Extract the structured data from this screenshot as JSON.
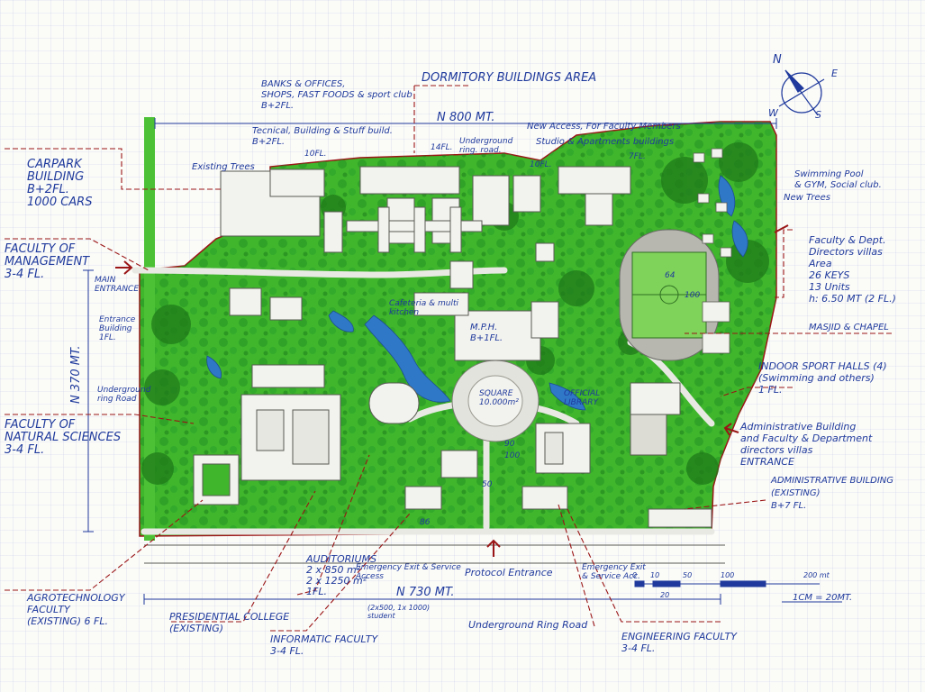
{
  "labels": {
    "dormitory": "DORMITORY BUILDINGS AREA",
    "banks": "BANKS & OFFICES,\nSHOPS, FAST FOODS & sport club\nB+2FL.",
    "width_top": "N 800 MT.",
    "technical": "Tecnical, Building & Stuff build.\nB+2FL.",
    "new_access": "New Access, For Faculty Members",
    "studio": "Studio & Apartments buildings",
    "underground_ring_top": "Underground\nring. road.",
    "carpark": "CARPARK\nBUILDING\nB+2FL.\n1000 CARS",
    "existing_trees": "Existing Trees",
    "faculty_management": "FACULTY OF\nMANAGEMENT\n3-4 FL.",
    "main_entrance": "MAIN\nENTRANCE",
    "entrance_building": "Entrance\nBuilding\n1FL.",
    "height_side": "N 370 MT.",
    "underground_ring_left": "Underground\nring Road",
    "faculty_natural": "FACULTY OF\nNATURAL SCIENCES\n3-4 FL.",
    "swimming_pool": "Swimming Pool\n& GYM, Social club.",
    "new_trees": "New Trees",
    "faculty_villas": "Faculty & Dept.\nDirectors villas\nArea\n26 KEYS\n13 Units\nh: 6.50 MT (2 FL.)",
    "masjid": "MASJID & CHAPEL",
    "indoor_sport": "INDOOR SPORT HALLS (4)\n(Swimming and others)\n1 FL.",
    "admin_entrance": "Administrative Building\nand Faculty & Department\ndirectors villas\nENTRANCE",
    "admin_existing": "ADMINISTRATIVE BUILDING\n(EXISTING)\nB+7 FL.",
    "cafeteria": "Cafeteria & multi\nkitchen",
    "mph": "M.P.H.\nB+1FL.",
    "square": "SQUARE\n10.000m²",
    "official_library": "OFFICIAL\nLIBRARY",
    "auditoriums": "AUDITORIUMS\n2 x 850 m²\n2 x 1250 m²\n1FL.",
    "auditorium_note": "(2x500, 1x 1000)\nstudent",
    "emergency_left": "Emergency Exit & Service\nAccess",
    "protocol_entrance": "Protocol Entrance",
    "emergency_right": "Emergency Exit\n& Service Acc.",
    "width_bottom": "N 730 MT.",
    "agrotechnology": "AGROTECHNOLOGY\nFACULTY\n(EXISTING) 6 FL.",
    "presidential": "PRESIDENTIAL COLLEGE\n(EXISTING)",
    "informatic": "INFORMATIC FACULTY\n3-4 FL.",
    "underground_ring_bottom": "Underground Ring Road",
    "engineering": "ENGINEERING FACULTY\n3-4 FL.",
    "scale_note": "1CM = 20MT.",
    "track_100": "100",
    "track_64": "64",
    "dim_100": "100",
    "dim_90": "90",
    "dim_50": "50",
    "dim_86": "86",
    "fl_10a": "10FL.",
    "fl_14": "14FL.",
    "fl_10b": "10FL.",
    "fl_7": "7FL."
  },
  "scale_bar": {
    "ticks": [
      "0",
      "10",
      "20",
      "50",
      "100",
      "200 mt"
    ]
  },
  "compass": {
    "n": "N",
    "e": "E",
    "w": "W",
    "s": "S"
  },
  "colors": {
    "grass": "#3fb62c",
    "grass_dark": "#1f7a1a",
    "water": "#2f78c8",
    "ink_blue": "#1f3a9c",
    "ink_red": "#9a1616",
    "building": "#f2f2ee",
    "paper": "#fbfbf8"
  }
}
